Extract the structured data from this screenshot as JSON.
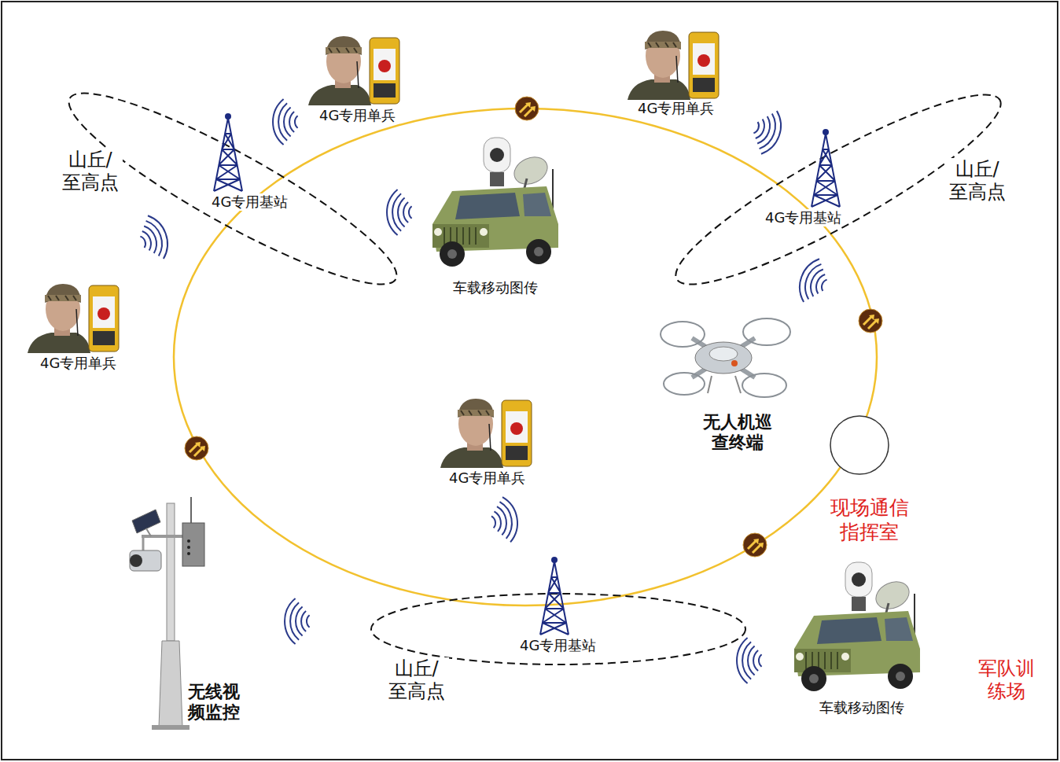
{
  "diagram": {
    "nodes": [
      {
        "text": [
          "现场通信指挥室"
        ]
      }
    ],
    "labels": [
      "4G专用单兵",
      "4G专用单兵",
      "山丘/ 至高点",
      "4G专用基站",
      "山丘/ 至高点",
      "4G专用基站",
      "车载移动图传",
      "4G专用单兵",
      "无人机巡查终端",
      "4G专用单兵",
      "4G专用基站",
      "山丘/ 至高点",
      "无线视频监控",
      "军队训练场",
      "车载移动图传"
    ]
  }
}
